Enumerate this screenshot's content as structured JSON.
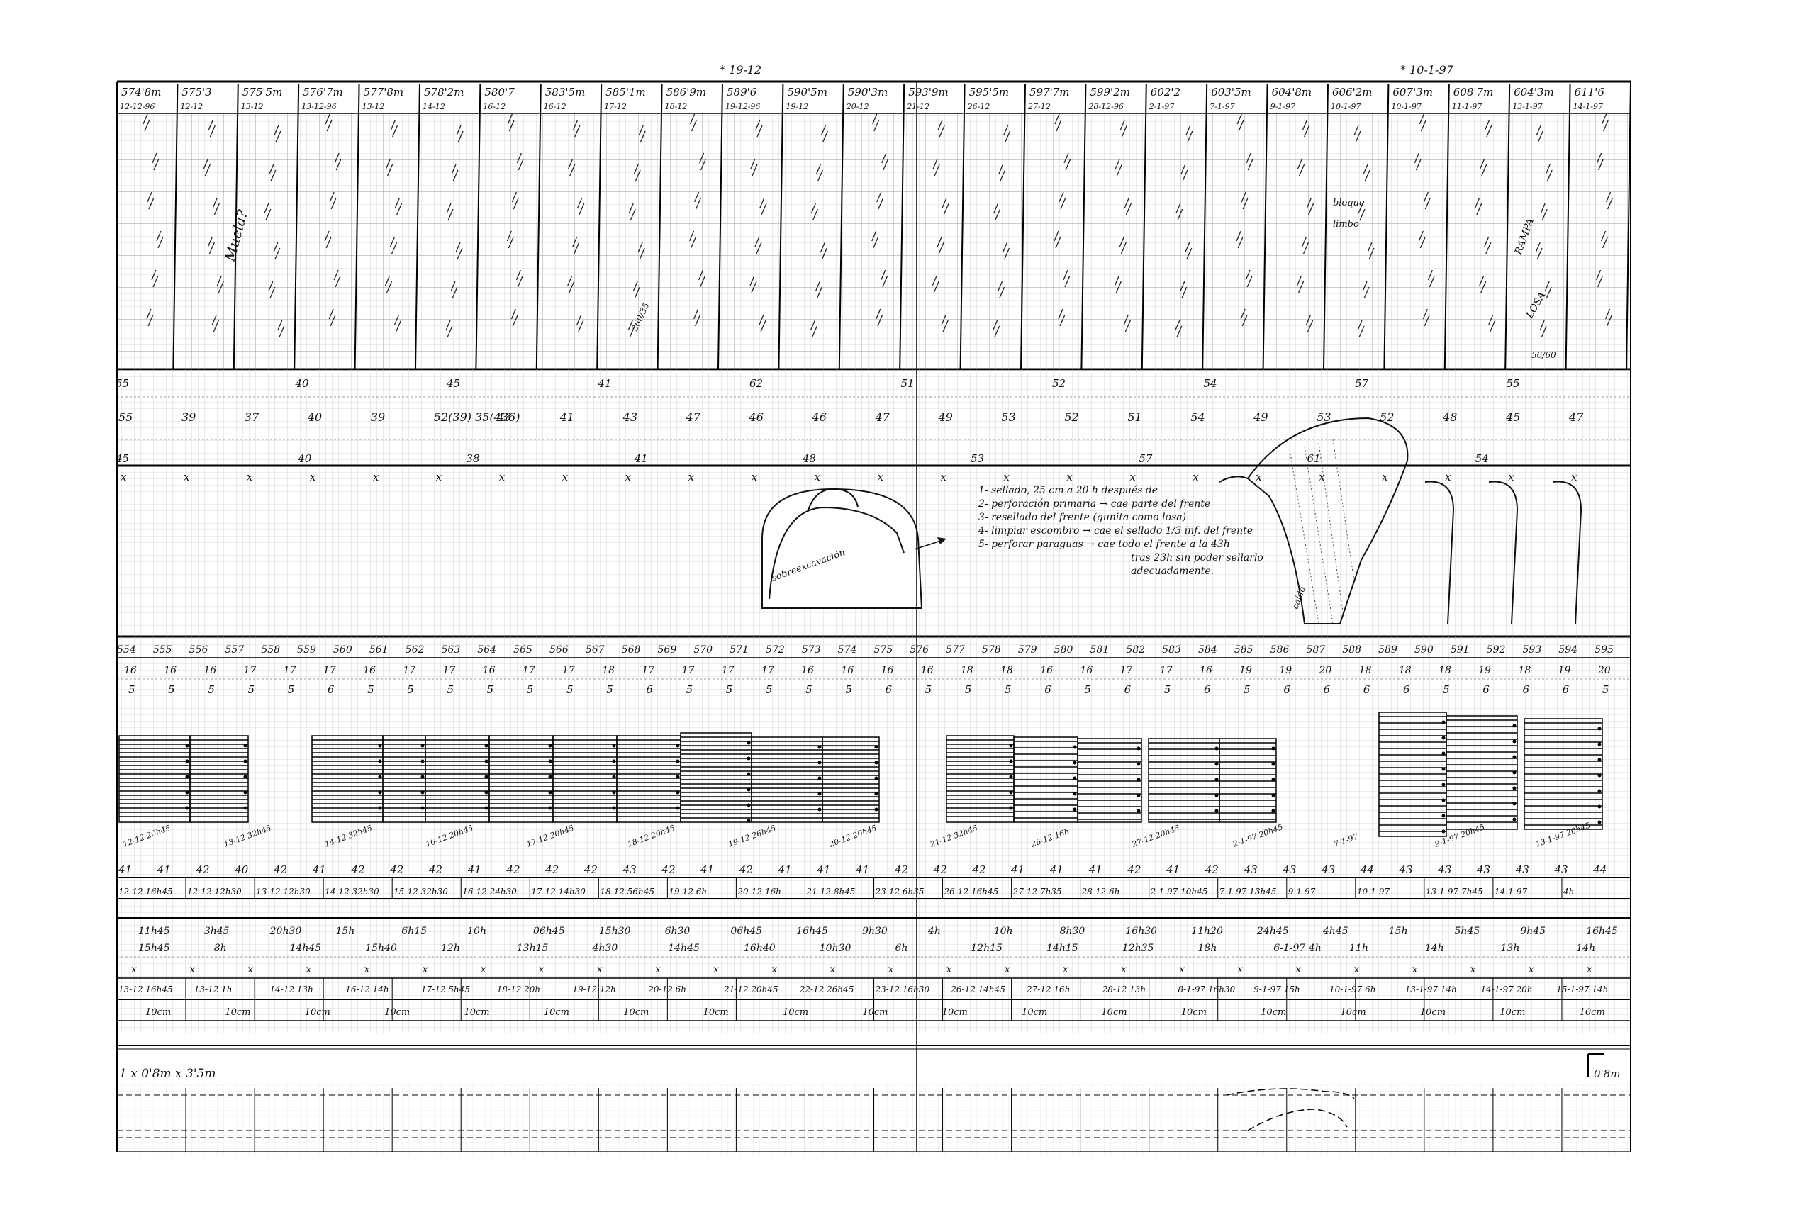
{
  "top_markers": [
    "* 19-12",
    "* 10-1-97"
  ],
  "chainage_header": [
    {
      "pk": "574'8m",
      "date": "12-12-96"
    },
    {
      "pk": "575'3",
      "date": "12-12"
    },
    {
      "pk": "575'5m",
      "date": "13-12"
    },
    {
      "pk": "576'7m",
      "date": "13-12-96"
    },
    {
      "pk": "577'8m",
      "date": "13-12"
    },
    {
      "pk": "578'2m",
      "date": "14-12"
    },
    {
      "pk": "580'7",
      "date": "16-12"
    },
    {
      "pk": "583'5m",
      "date": "16-12"
    },
    {
      "pk": "585'1m",
      "date": "17-12"
    },
    {
      "pk": "586'9m",
      "date": "18-12"
    },
    {
      "pk": "589'6",
      "date": "19-12-96"
    },
    {
      "pk": "590'5m",
      "date": "19-12"
    },
    {
      "pk": "590'3m",
      "date": "20-12"
    },
    {
      "pk": "593'9m",
      "date": "21-12"
    },
    {
      "pk": "595'5m",
      "date": "26-12"
    },
    {
      "pk": "597'7m",
      "date": "27-12"
    },
    {
      "pk": "599'2m",
      "date": "28-12-96"
    },
    {
      "pk": "602'2",
      "date": "2-1-97"
    },
    {
      "pk": "603'5m",
      "date": "7-1-97"
    },
    {
      "pk": "604'8m",
      "date": "9-1-97"
    },
    {
      "pk": "606'2m",
      "date": "10-1-97"
    },
    {
      "pk": "607'3m",
      "date": "10-1-97"
    },
    {
      "pk": "608'7m",
      "date": "11-1-97"
    },
    {
      "pk": "604'3m",
      "date": "13-1-97"
    },
    {
      "pk": "611'6",
      "date": "14-1-97"
    }
  ],
  "geology_notes": [
    "Muela?",
    "bloque",
    "limbo",
    "RAMPA",
    "LOSA",
    "56/60",
    "40",
    "52",
    "45",
    "55",
    "360/35"
  ],
  "rqd_row1": [
    "55",
    "40",
    "45",
    "41",
    "62",
    "51",
    "52",
    "54",
    "57",
    "55"
  ],
  "rqd_row2": [
    "55",
    "39",
    "37",
    "40",
    "39",
    "52(39) 35(436)",
    "43",
    "41",
    "43",
    "47",
    "46",
    "46",
    "47",
    "49",
    "53",
    "52",
    "51",
    "54",
    "49",
    "53",
    "52",
    "48",
    "45",
    "47"
  ],
  "rqd_row3": [
    "45",
    "40",
    "38",
    "41",
    "48",
    "53",
    "57",
    "61",
    "54"
  ],
  "annotation_lines": [
    "1- sellado, 25 cm a 20 h después de",
    "2- perforación primaria → cae parte del frente",
    "3- resellado del frente (gunita como losa)",
    "4- limpiar escombro → cae el sellado 1/3 inf. del frente",
    "5- perforar paraguas → cae todo el frente a la 43h",
    "tras 23h sin poder sellarlo",
    "adecuadamente."
  ],
  "sketch_label": "sobreexcavación",
  "fallen_label": "caído",
  "ring_numbers": [
    "554",
    "555",
    "556",
    "557",
    "558",
    "559",
    "560",
    "561",
    "562",
    "563",
    "564",
    "565",
    "566",
    "567",
    "568",
    "569",
    "570",
    "571",
    "572",
    "573",
    "574",
    "575",
    "576",
    "577",
    "578",
    "579",
    "580",
    "581",
    "582",
    "583",
    "584",
    "585",
    "586",
    "587",
    "588",
    "589",
    "590",
    "591",
    "592",
    "593",
    "594",
    "595"
  ],
  "cover_row": [
    "16",
    "16",
    "16",
    "17",
    "17",
    "17",
    "16",
    "17",
    "17",
    "16",
    "17",
    "17",
    "18",
    "17",
    "17",
    "17",
    "17",
    "16",
    "16",
    "16",
    "16",
    "18",
    "18",
    "16",
    "16",
    "17",
    "17",
    "16",
    "19",
    "19",
    "20",
    "18",
    "18",
    "18",
    "19",
    "18",
    "19",
    "20"
  ],
  "class_row": [
    "5",
    "5",
    "5",
    "5",
    "5",
    "6",
    "5",
    "5",
    "5",
    "5",
    "5",
    "5",
    "5",
    "6",
    "5",
    "5",
    "5",
    "5",
    "5",
    "6",
    "5",
    "5",
    "5",
    "6",
    "5",
    "6",
    "5",
    "6",
    "5",
    "6",
    "6",
    "6",
    "6",
    "5",
    "6",
    "6",
    "6",
    "5"
  ],
  "umbrella_dates": [
    "12-12 20h45",
    "13-12 32h45",
    "14-12 32h45",
    "16-12 20h45",
    "17-12 20h45",
    "18-12 20h45",
    "19-12 26h45",
    "20-12 20h45",
    "21-12 32h45",
    "26-12 16h",
    "27-12 20h45",
    "2-1-97 20h45",
    "7-1-97",
    "9-1-97 20h45",
    "13-1-97 20h45"
  ],
  "advance_row": [
    "41",
    "41",
    "42",
    "40",
    "42",
    "41",
    "42",
    "42",
    "42",
    "41",
    "42",
    "42",
    "42",
    "43",
    "42",
    "41",
    "42",
    "41",
    "41",
    "41",
    "42",
    "42",
    "42",
    "41",
    "41",
    "41",
    "42",
    "41",
    "42",
    "43",
    "43",
    "43",
    "44",
    "43",
    "43",
    "43",
    "43",
    "43",
    "44"
  ],
  "time_row": [
    "12-12 16h45",
    "12-12 12h30",
    "13-12 12h30",
    "14-12 32h30",
    "15-12 32h30",
    "16-12 24h30",
    "17-12 14h30",
    "18-12 56h45",
    "19-12 6h",
    "20-12 16h",
    "21-12 8h45",
    "23-12 6h35",
    "26-12 16h45",
    "27-12 7h35",
    "28-12 6h",
    "2-1-97 10h45",
    "7-1-97 13h45",
    "9-1-97",
    "10-1-97",
    "13-1-97 7h45",
    "14-1-97",
    "4h"
  ],
  "excavation_row1": [
    "11h45",
    "3h45",
    "20h30",
    "15h",
    "6h15",
    "10h",
    "06h45",
    "15h30",
    "6h30",
    "06h45",
    "16h45",
    "9h30",
    "4h",
    "10h",
    "8h30",
    "16h30",
    "11h20",
    "24h45",
    "4h45",
    "15h",
    "5h45",
    "9h45",
    "16h45"
  ],
  "excavation_row2": [
    "15h45",
    "8h",
    "14h45",
    "15h40",
    "12h",
    "13h15",
    "4h30",
    "14h45",
    "16h40",
    "10h30",
    "6h",
    "12h15",
    "14h15",
    "12h35",
    "18h",
    "6-1-97 4h",
    "11h",
    "14h",
    "13h",
    "14h"
  ],
  "marks_row": [
    "x",
    "x",
    "x",
    "x",
    "x",
    "x",
    "x",
    "x",
    "x",
    "x",
    "x",
    "x",
    "x",
    "x",
    "x",
    "x",
    "x",
    "x",
    "x",
    "x",
    "x",
    "x",
    "x",
    "x",
    "x",
    "x"
  ],
  "cycle_row": [
    {
      "date": "13-12",
      "time": "16h45"
    },
    {
      "date": "13-12",
      "time": "1h"
    },
    {
      "date": "14-12",
      "time": "13h"
    },
    {
      "date": "16-12",
      "time": "14h"
    },
    {
      "date": "17-12",
      "time": "5h45"
    },
    {
      "date": "18-12",
      "time": "20h"
    },
    {
      "date": "19-12",
      "time": "12h"
    },
    {
      "date": "20-12",
      "time": "6h"
    },
    {
      "date": "21-12",
      "time": "20h45"
    },
    {
      "date": "22-12",
      "time": "26h45"
    },
    {
      "date": "23-12",
      "time": "16h30"
    },
    {
      "date": "26-12",
      "time": "14h45"
    },
    {
      "date": "27-12",
      "time": "16h"
    },
    {
      "date": "28-12",
      "time": "13h"
    },
    {
      "date": "8-1-97",
      "time": "16h30"
    },
    {
      "date": "9-1-97",
      "time": "15h"
    },
    {
      "date": "10-1-97",
      "time": "6h"
    },
    {
      "date": "13-1-97",
      "time": "14h"
    },
    {
      "date": "14-1-97",
      "time": "20h"
    },
    {
      "date": "15-1-97",
      "time": "14h"
    }
  ],
  "length_row": [
    "10cm",
    "10cm",
    "10cm",
    "10cm",
    "10cm",
    "10cm",
    "10cm",
    "10cm",
    "10cm",
    "10cm",
    "10cm",
    "10cm",
    "10cm",
    "10cm",
    "10cm",
    "10cm",
    "10cm",
    "10cm",
    "10cm"
  ],
  "profile_label": "1 x 0'8m x 3'5m",
  "profile_label_end": "0'8m"
}
